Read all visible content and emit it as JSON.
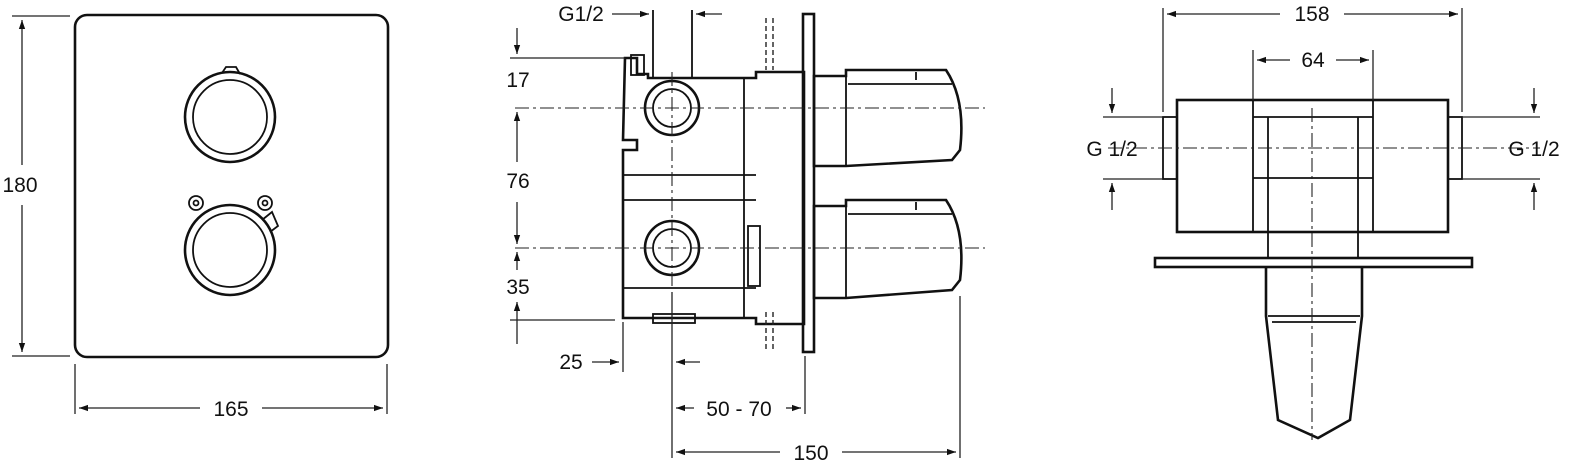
{
  "front_view": {
    "width_label": "165",
    "height_label": "180"
  },
  "side_view": {
    "thread_label": "G1/2",
    "dim_top_label": "17",
    "dim_mid_label": "76",
    "dim_bottom_label": "35",
    "dim_back_label": "25",
    "dim_range_label": "50 - 70",
    "dim_total_label": "150"
  },
  "top_view": {
    "width_label": "158",
    "spacing_label": "64",
    "thread_left_label": "G 1/2",
    "thread_right_label": "G 1/2"
  }
}
